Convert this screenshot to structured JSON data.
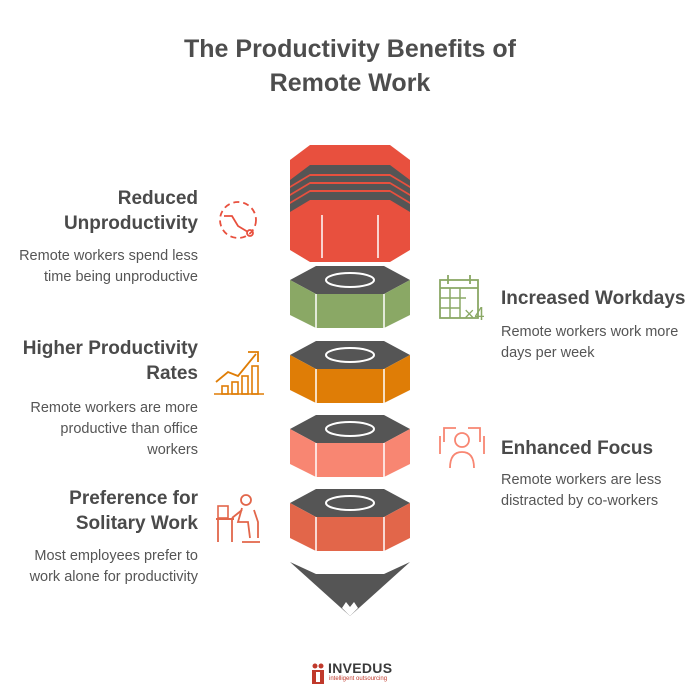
{
  "title": {
    "line1": "The Productivity Benefits of",
    "line2": "Remote Work"
  },
  "items": [
    {
      "heading_line1": "Reduced",
      "heading_line2": "Unproductivity",
      "desc_line1": "Remote workers spend less",
      "desc_line2": "time being unproductive",
      "icon": "clock-icon",
      "color": "#e8503e"
    },
    {
      "heading_line1": "Increased Workdays",
      "desc_line1": "Remote workers work more",
      "desc_line2": "days per week",
      "icon": "calendar-icon",
      "color": "#8aa865"
    },
    {
      "heading_line1": "Higher Productivity",
      "heading_line2": "Rates",
      "desc_line1": "Remote workers are more",
      "desc_line2": "productive than office",
      "desc_line3": "workers",
      "icon": "growth-chart-icon",
      "color": "#df7d06"
    },
    {
      "heading_line1": "Enhanced Focus",
      "desc_line1": "Remote workers are less",
      "desc_line2": "distracted by co-workers",
      "icon": "person-focus-icon",
      "color": "#f88672"
    },
    {
      "heading_line1": "Preference for",
      "heading_line2": "Solitary Work",
      "desc_line1": "Most employees prefer to",
      "desc_line2": "work alone for productivity",
      "icon": "person-at-desk-icon",
      "color": "#e2664a"
    }
  ],
  "logo": {
    "name": "INVEDUS",
    "tagline": "intelligent outsourcing",
    "icon": "invedus-logo-icon"
  }
}
